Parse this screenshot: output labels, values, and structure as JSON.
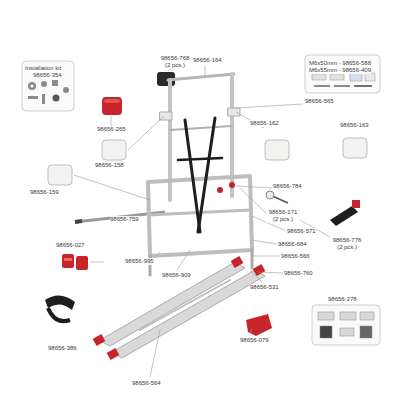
{
  "diagram": {
    "labels": [
      "Installation kit",
      "98656-354",
      "98656-265",
      "98656-768 (2 pcs.)",
      "98656-164",
      "98656-565",
      "M6x50mm - 98656-588",
      "M6x55mm - 98656-409",
      "98656-158",
      "98656-162",
      "98656-163",
      "98656-159",
      "98656-784",
      "98656-759",
      "98656-171 (2 pcs.)",
      "98656-776 (2 pcs.)",
      "98656-027",
      "98656-995",
      "98656-571",
      "98656-909",
      "98656-684",
      "98656-566",
      "98656-278",
      "98656-760",
      "98656-531",
      "98656-386",
      "98656-079",
      "98656-564"
    ]
  }
}
